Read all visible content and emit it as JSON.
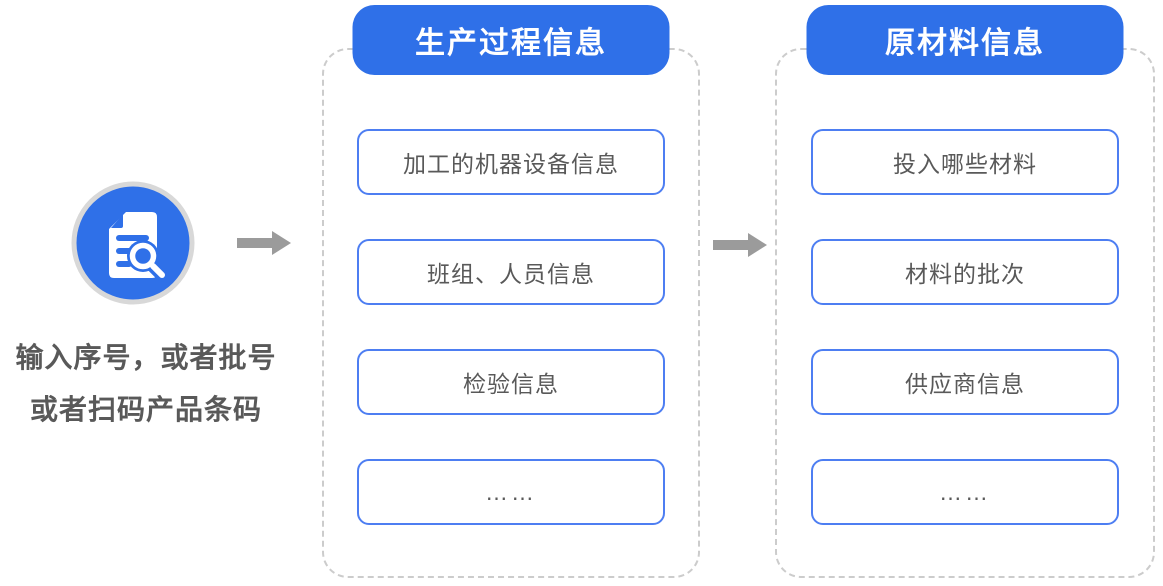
{
  "input_step": {
    "icon": "document-search-icon",
    "caption": [
      "输入序号，或者批号",
      "或者扫码产品条码"
    ]
  },
  "columns": [
    {
      "id": "production-process",
      "title": "生产过程信息",
      "items": [
        "加工的机器设备信息",
        "班组、人员信息",
        "检验信息",
        "……"
      ]
    },
    {
      "id": "raw-materials",
      "title": "原材料信息",
      "items": [
        "投入哪些材料",
        "材料的批次",
        "供应商信息",
        "……"
      ]
    }
  ],
  "colors": {
    "accent_blue": "#2f70e8",
    "box_border_blue": "#4d7ef2",
    "text_gray": "#595959",
    "arrow_gray": "#9b9b9b",
    "dashed_border_gray": "#cccccc",
    "icon_ring_gray": "#d8d8d8"
  }
}
